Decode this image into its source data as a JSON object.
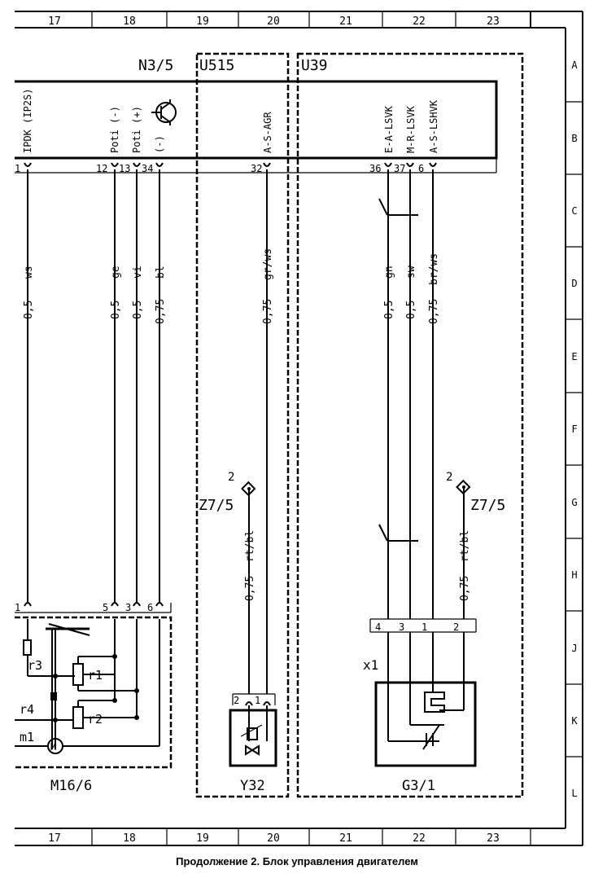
{
  "grid": {
    "columns": [
      "17",
      "18",
      "19",
      "20",
      "21",
      "22",
      "23"
    ],
    "rows": [
      "A",
      "B",
      "C",
      "D",
      "E",
      "F",
      "G",
      "H",
      "J",
      "K",
      "L"
    ]
  },
  "components": {
    "ecu": "N3/5",
    "u515": "U515",
    "u39": "U39",
    "motor": "M16/6",
    "valve": "Y32",
    "sensor": "G3/1",
    "connector": "x1",
    "z7_left": "Z7/5",
    "z7_right": "Z7/5",
    "z7_left_num": "2",
    "z7_right_num": "2",
    "motor_symbol": "M",
    "r1": "r1",
    "r2": "r2",
    "r3": "r3",
    "r4": "r4",
    "m1": "m1"
  },
  "ecu_labels": [
    {
      "id": "ipdk",
      "text": "IPDK (IP2S)"
    },
    {
      "id": "poti-neg",
      "text": "Poti (-)"
    },
    {
      "id": "poti-pos",
      "text": "Poti (+)"
    },
    {
      "id": "neg",
      "text": "(-)"
    },
    {
      "id": "asagr",
      "text": "A-S-AGR"
    },
    {
      "id": "ealsvk",
      "text": "E-A-LSVK"
    },
    {
      "id": "mrlsvk",
      "text": "M-R-LSVK"
    },
    {
      "id": "aslshvk",
      "text": "A-S-LSHVK"
    }
  ],
  "ecu_pins": [
    {
      "id": "p1",
      "text": "1"
    },
    {
      "id": "p12",
      "text": "12"
    },
    {
      "id": "p13",
      "text": "13"
    },
    {
      "id": "p34",
      "text": "34"
    },
    {
      "id": "p32",
      "text": "32"
    },
    {
      "id": "p36",
      "text": "36"
    },
    {
      "id": "p37",
      "text": "37"
    },
    {
      "id": "p6",
      "text": "6"
    }
  ],
  "wires": [
    {
      "id": "w1",
      "size": "0,5",
      "color": "ws"
    },
    {
      "id": "w12",
      "size": "0,5",
      "color": "ge"
    },
    {
      "id": "w13",
      "size": "0,5",
      "color": "vi"
    },
    {
      "id": "w34",
      "size": "0,75",
      "color": "bl"
    },
    {
      "id": "w32",
      "size": "0,75",
      "color": "gr/ws"
    },
    {
      "id": "w36",
      "size": "0,5",
      "color": "gn"
    },
    {
      "id": "w37",
      "size": "0,5",
      "color": "sw"
    },
    {
      "id": "w6",
      "size": "0,75",
      "color": "br/ws"
    },
    {
      "id": "wz7l",
      "size": "0,75",
      "color": "rt/bl"
    },
    {
      "id": "wz7r",
      "size": "0,75",
      "color": "rt/bl"
    }
  ],
  "motor_pins": [
    "1",
    "5",
    "3",
    "6"
  ],
  "valve_pins": [
    "2",
    "1"
  ],
  "x1_pins": [
    "4",
    "3",
    "1",
    "2"
  ],
  "caption": "Продолжение 2. Блок управления двигателем"
}
